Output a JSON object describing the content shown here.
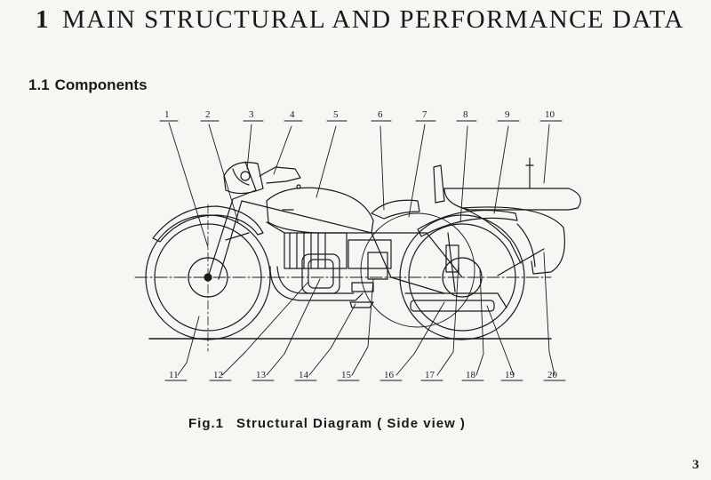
{
  "heading": {
    "number": "1",
    "title": "MAIN STRUCTURAL AND PERFORMANCE DATA"
  },
  "section": {
    "number": "1.1",
    "title": "Components"
  },
  "figure": {
    "label": "Fig.1",
    "caption": "Structural Diagram ( Side view )",
    "callouts_top": [
      "1",
      "2",
      "3",
      "4",
      "5",
      "6",
      "7",
      "8",
      "9",
      "10"
    ],
    "callouts_bottom": [
      "11",
      "12",
      "13",
      "14",
      "15",
      "16",
      "17",
      "18",
      "19",
      "20"
    ]
  },
  "page_number": "3"
}
